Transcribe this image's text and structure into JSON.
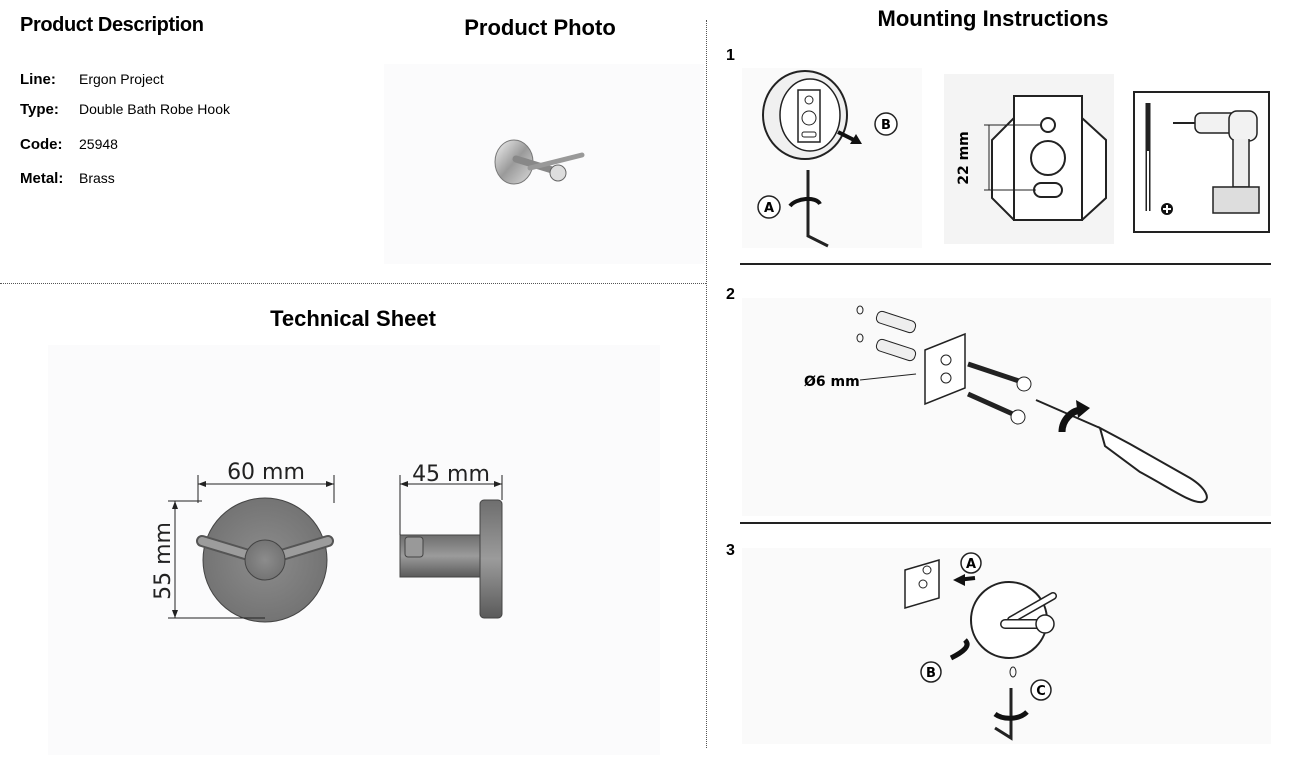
{
  "description": {
    "heading": "Product Description",
    "specs": [
      {
        "label": "Line:",
        "value": "Ergon Project"
      },
      {
        "label": "Type:",
        "value": "Double Bath Robe Hook"
      },
      {
        "label": "Code:",
        "value": "25948"
      },
      {
        "label": "Metal:",
        "value": "Brass"
      }
    ]
  },
  "photo": {
    "heading": "Product Photo"
  },
  "technical": {
    "heading": "Technical Sheet",
    "dim_width": "60 mm",
    "dim_height": "55 mm",
    "dim_depth": "45 mm"
  },
  "mounting": {
    "heading": "Mounting Instructions",
    "steps": [
      {
        "number": "1",
        "dim_label": "22 mm",
        "callout_a": "A",
        "callout_b": "B"
      },
      {
        "number": "2",
        "drill_label": "Ø6 mm"
      },
      {
        "number": "3",
        "callout_a": "A",
        "callout_b": "B",
        "callout_c": "C"
      }
    ]
  }
}
